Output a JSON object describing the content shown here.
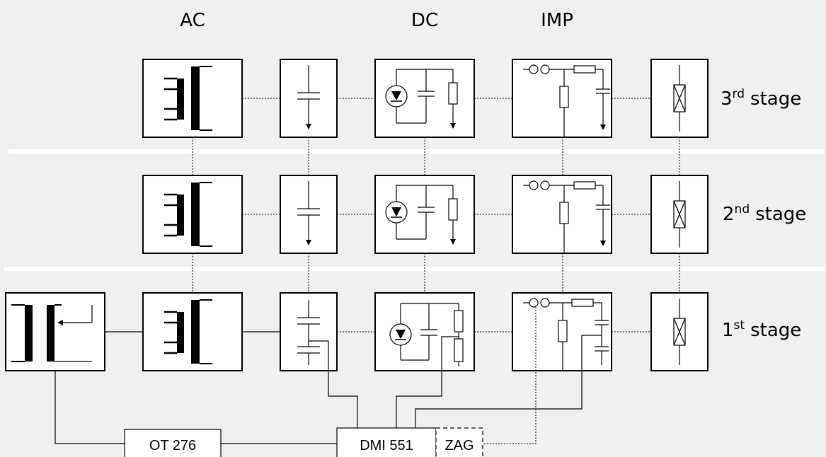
{
  "columns": {
    "ac": "AC",
    "dc": "DC",
    "imp": "IMP"
  },
  "stages": [
    {
      "num": "3",
      "sup": "rd",
      "word": "stage"
    },
    {
      "num": "2",
      "sup": "nd",
      "word": "stage"
    },
    {
      "num": "1",
      "sup": "st",
      "word": "stage"
    }
  ],
  "instruments": {
    "ot": "OT 276",
    "dmi": "DMI 551",
    "zag": "ZAG"
  },
  "colors": {
    "background": "#f0f0f0",
    "line": "#000000",
    "separator": "#ffffff"
  }
}
